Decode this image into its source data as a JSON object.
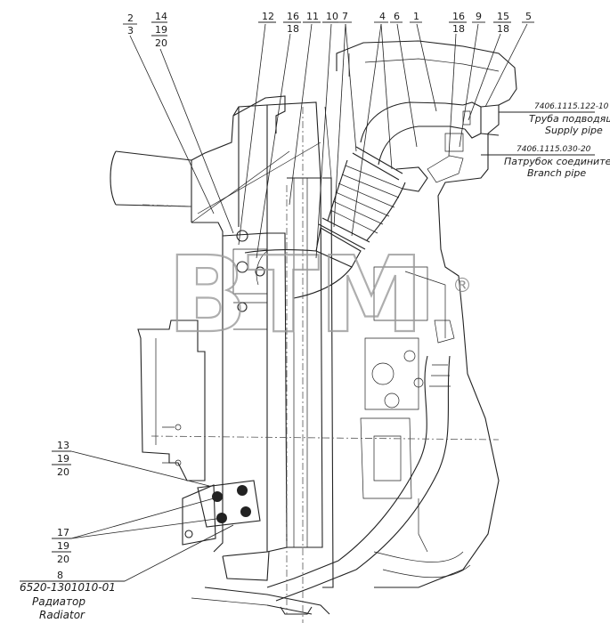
{
  "watermark": {
    "text": "BTM",
    "registered": "®"
  },
  "callouts_top": [
    {
      "id": "c2-3",
      "lines": [
        "2",
        "3"
      ]
    },
    {
      "id": "c14-19-20",
      "lines": [
        "14",
        "19",
        "20"
      ]
    },
    {
      "id": "c12",
      "lines": [
        "12"
      ]
    },
    {
      "id": "c16-18-a",
      "lines": [
        "16",
        "18"
      ]
    },
    {
      "id": "c11",
      "lines": [
        "11"
      ]
    },
    {
      "id": "c10",
      "lines": [
        "10"
      ]
    },
    {
      "id": "c7",
      "lines": [
        "7"
      ]
    },
    {
      "id": "c4",
      "lines": [
        "4"
      ]
    },
    {
      "id": "c6",
      "lines": [
        "6"
      ]
    },
    {
      "id": "c1",
      "lines": [
        "1"
      ]
    },
    {
      "id": "c16-18-b",
      "lines": [
        "16",
        "18"
      ]
    },
    {
      "id": "c9",
      "lines": [
        "9"
      ]
    },
    {
      "id": "c15-18",
      "lines": [
        "15",
        "18"
      ]
    },
    {
      "id": "c5",
      "lines": [
        "5"
      ]
    }
  ],
  "callouts_left": [
    {
      "id": "c13-19-20",
      "lines": [
        "13",
        "19",
        "20"
      ]
    },
    {
      "id": "c17-19-20",
      "lines": [
        "17",
        "19",
        "20"
      ]
    },
    {
      "id": "c8",
      "lines": [
        "8"
      ]
    }
  ],
  "parts": {
    "supply_pipe": {
      "code": "7406.1115.122-10",
      "ru": "Труба подводящая",
      "en": "Supply pipe"
    },
    "branch_pipe": {
      "code": "7406.1115.030-20",
      "ru": "Патрубок соединительный",
      "en": "Branch pipe"
    },
    "radiator": {
      "code": "6520-1301010-01",
      "ru": "Радиатор",
      "en": "Radiator"
    }
  },
  "colors": {
    "line": "#222222",
    "watermark": "#9a9a9a",
    "background": "#ffffff"
  }
}
